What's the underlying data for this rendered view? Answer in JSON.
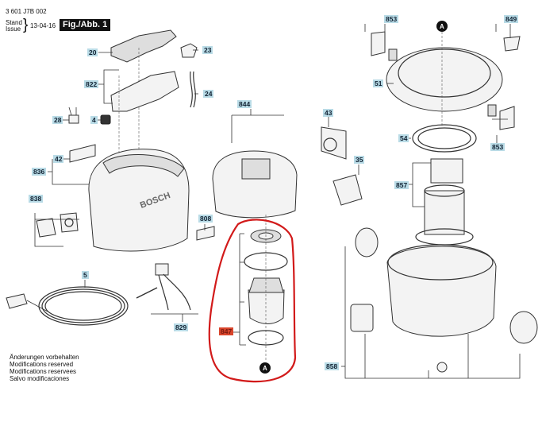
{
  "header": {
    "part_number": "3 601 J7B 002",
    "stand_label": "Stand",
    "issue_label": "Issue",
    "date": "13-04-16",
    "figure_tag": "Fig./Abb. 1"
  },
  "footer": {
    "lines": [
      "Änderungen vorbehalten",
      "Modifications reserved",
      "Modifications reservees",
      "Salvo modificaciones"
    ]
  },
  "labels": {
    "p20": "20",
    "p23": "23",
    "p822": "822",
    "p24": "24",
    "p28": "28",
    "p4": "4",
    "p42": "42",
    "p836": "836",
    "p838": "838",
    "p808": "808",
    "p5": "5",
    "p829": "829",
    "p844": "844",
    "p43": "43",
    "p35": "35",
    "p847": "847",
    "p853a": "853",
    "p853b": "853",
    "p849": "849",
    "p51": "51",
    "p54": "54",
    "p857": "857",
    "p858": "858"
  },
  "markers": {
    "top": "A",
    "bottom": "A"
  },
  "branding": {
    "housing_logo": "BOSCH"
  },
  "highlight": {
    "part": "847",
    "color": "#d21a1a"
  }
}
